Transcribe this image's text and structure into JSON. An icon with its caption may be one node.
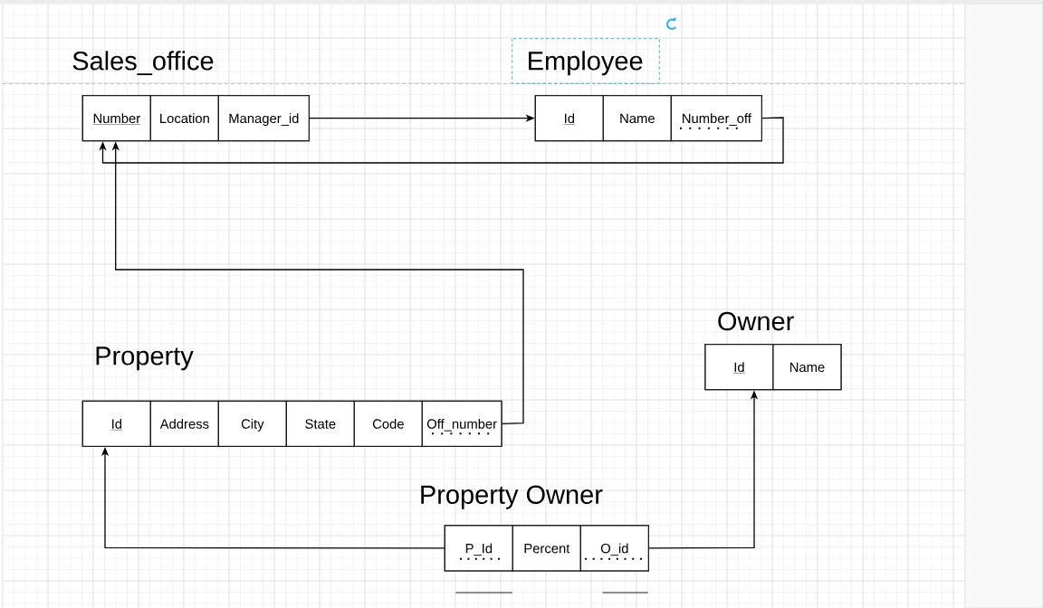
{
  "diagram": {
    "nodes": [
      {
        "text": [
          "Sales_office"
        ]
      },
      {
        "text": [
          "Number"
        ],
        "in": 0
      },
      {
        "text": [
          "Location"
        ],
        "in": 0
      },
      {
        "text": [
          "Manager_id"
        ],
        "in": 0
      },
      {
        "text": [
          "Employee"
        ]
      },
      {
        "text": [
          "Id"
        ],
        "in": 4
      },
      {
        "text": [
          "Name"
        ],
        "in": 4
      },
      {
        "text": [
          "Number_off"
        ],
        "in": 4
      },
      {
        "text": [
          "Property"
        ]
      },
      {
        "text": [
          "Id"
        ],
        "in": 8
      },
      {
        "text": [
          "Address"
        ],
        "in": 8
      },
      {
        "text": [
          "City"
        ],
        "in": 8
      },
      {
        "text": [
          "State"
        ],
        "in": 8
      },
      {
        "text": [
          "Code"
        ],
        "in": 8
      },
      {
        "text": [
          "Off_number"
        ],
        "in": 8
      },
      {
        "text": [
          "Owner"
        ]
      },
      {
        "text": [
          "Id"
        ],
        "in": 15
      },
      {
        "text": [
          "Name"
        ],
        "in": 15
      },
      {
        "text": [
          "Property Owner"
        ]
      },
      {
        "text": [
          "P_Id"
        ],
        "in": 18
      },
      {
        "text": [
          "Percent"
        ],
        "in": 18
      },
      {
        "text": [
          "O_id"
        ],
        "in": 18
      }
    ],
    "edges": [
      {
        "from": 3,
        "to": 5,
        "arrow": "to"
      },
      {
        "from": 7,
        "to": 1,
        "arrow": "to"
      },
      {
        "from": 14,
        "to": 1,
        "arrow": "to"
      },
      {
        "from": 19,
        "to": 9,
        "arrow": "to"
      },
      {
        "from": 21,
        "to": 16,
        "arrow": "to"
      }
    ]
  }
}
